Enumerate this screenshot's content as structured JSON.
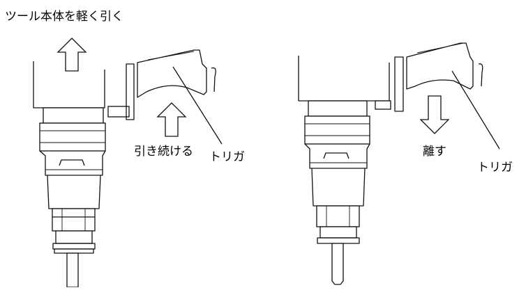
{
  "labels": {
    "pull_tool": "ツール本体を軽く引く",
    "keep_pulling": "引き続ける",
    "trigger_left": "トリガ",
    "release": "離す",
    "trigger_right": "トリガ"
  }
}
